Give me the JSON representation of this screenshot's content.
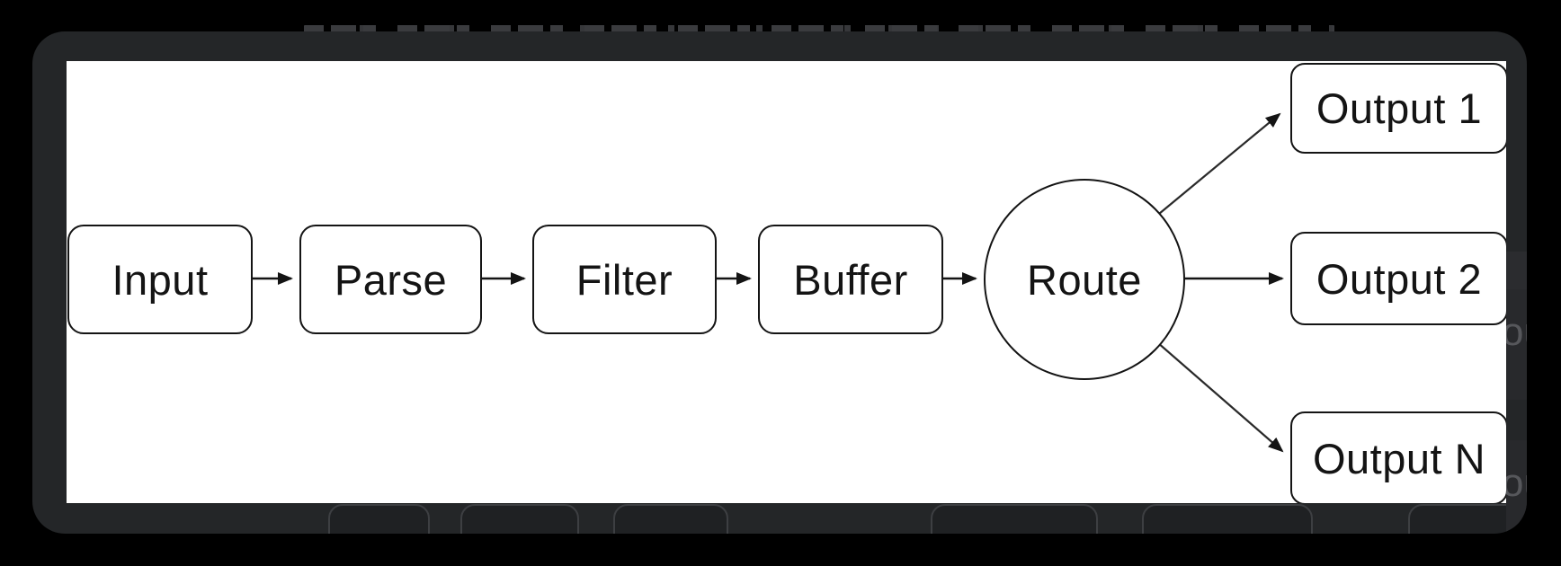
{
  "window": {
    "background_color": "#000000"
  },
  "lightbox": {
    "panel_color": "#242628",
    "canvas_color": "#ffffff"
  },
  "diagram": {
    "stroke_color": "#141414",
    "nodes": [
      {
        "id": "input",
        "label": "Input",
        "shape": "rounded-rect"
      },
      {
        "id": "parse",
        "label": "Parse",
        "shape": "rounded-rect"
      },
      {
        "id": "filter",
        "label": "Filter",
        "shape": "rounded-rect"
      },
      {
        "id": "buffer",
        "label": "Buffer",
        "shape": "rounded-rect"
      },
      {
        "id": "route",
        "label": "Route",
        "shape": "circle"
      },
      {
        "id": "output1",
        "label": "Output 1",
        "shape": "rounded-rect"
      },
      {
        "id": "output2",
        "label": "Output 2",
        "shape": "rounded-rect"
      },
      {
        "id": "outputn",
        "label": "Output N",
        "shape": "rounded-rect"
      }
    ],
    "edges": [
      {
        "from": "Input",
        "to": "Parse"
      },
      {
        "from": "Parse",
        "to": "Filter"
      },
      {
        "from": "Filter",
        "to": "Buffer"
      },
      {
        "from": "Buffer",
        "to": "Route"
      },
      {
        "from": "Route",
        "to": "Output 1"
      },
      {
        "from": "Route",
        "to": "Output 2"
      },
      {
        "from": "Route",
        "to": "Output N"
      }
    ]
  },
  "background_page": {
    "right_edge_fragments": [
      {
        "text": "ou"
      },
      {
        "text": "ou"
      }
    ]
  }
}
